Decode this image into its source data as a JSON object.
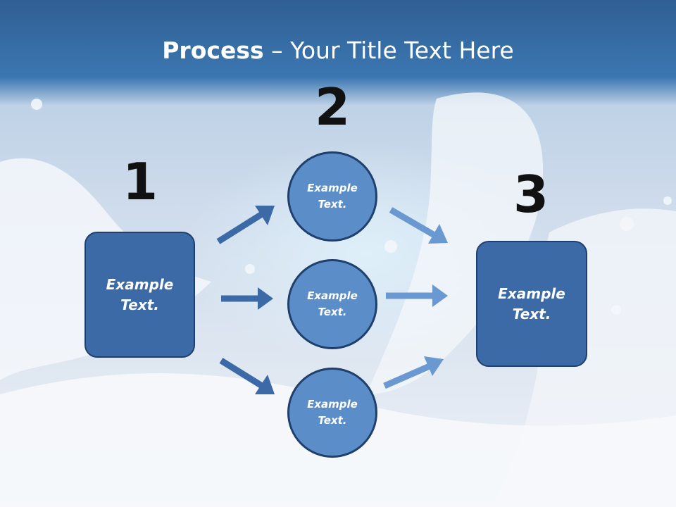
{
  "title": {
    "bold": "Process",
    "rest": " – Your Title Text Here"
  },
  "steps": [
    {
      "number": "1",
      "label": "Example Text."
    },
    {
      "number": "2",
      "labels": [
        "Example Text.",
        "Example Text.",
        "Example Text."
      ]
    },
    {
      "number": "3",
      "label": "Example Text."
    }
  ],
  "colors": {
    "header": "#3c77b2",
    "box_fill": "#3b6aa6",
    "circle_fill": "#5b8dc8",
    "border": "#1f3f6c",
    "arrow_dark": "#3b6aa6",
    "arrow_light": "#6a98d0"
  }
}
